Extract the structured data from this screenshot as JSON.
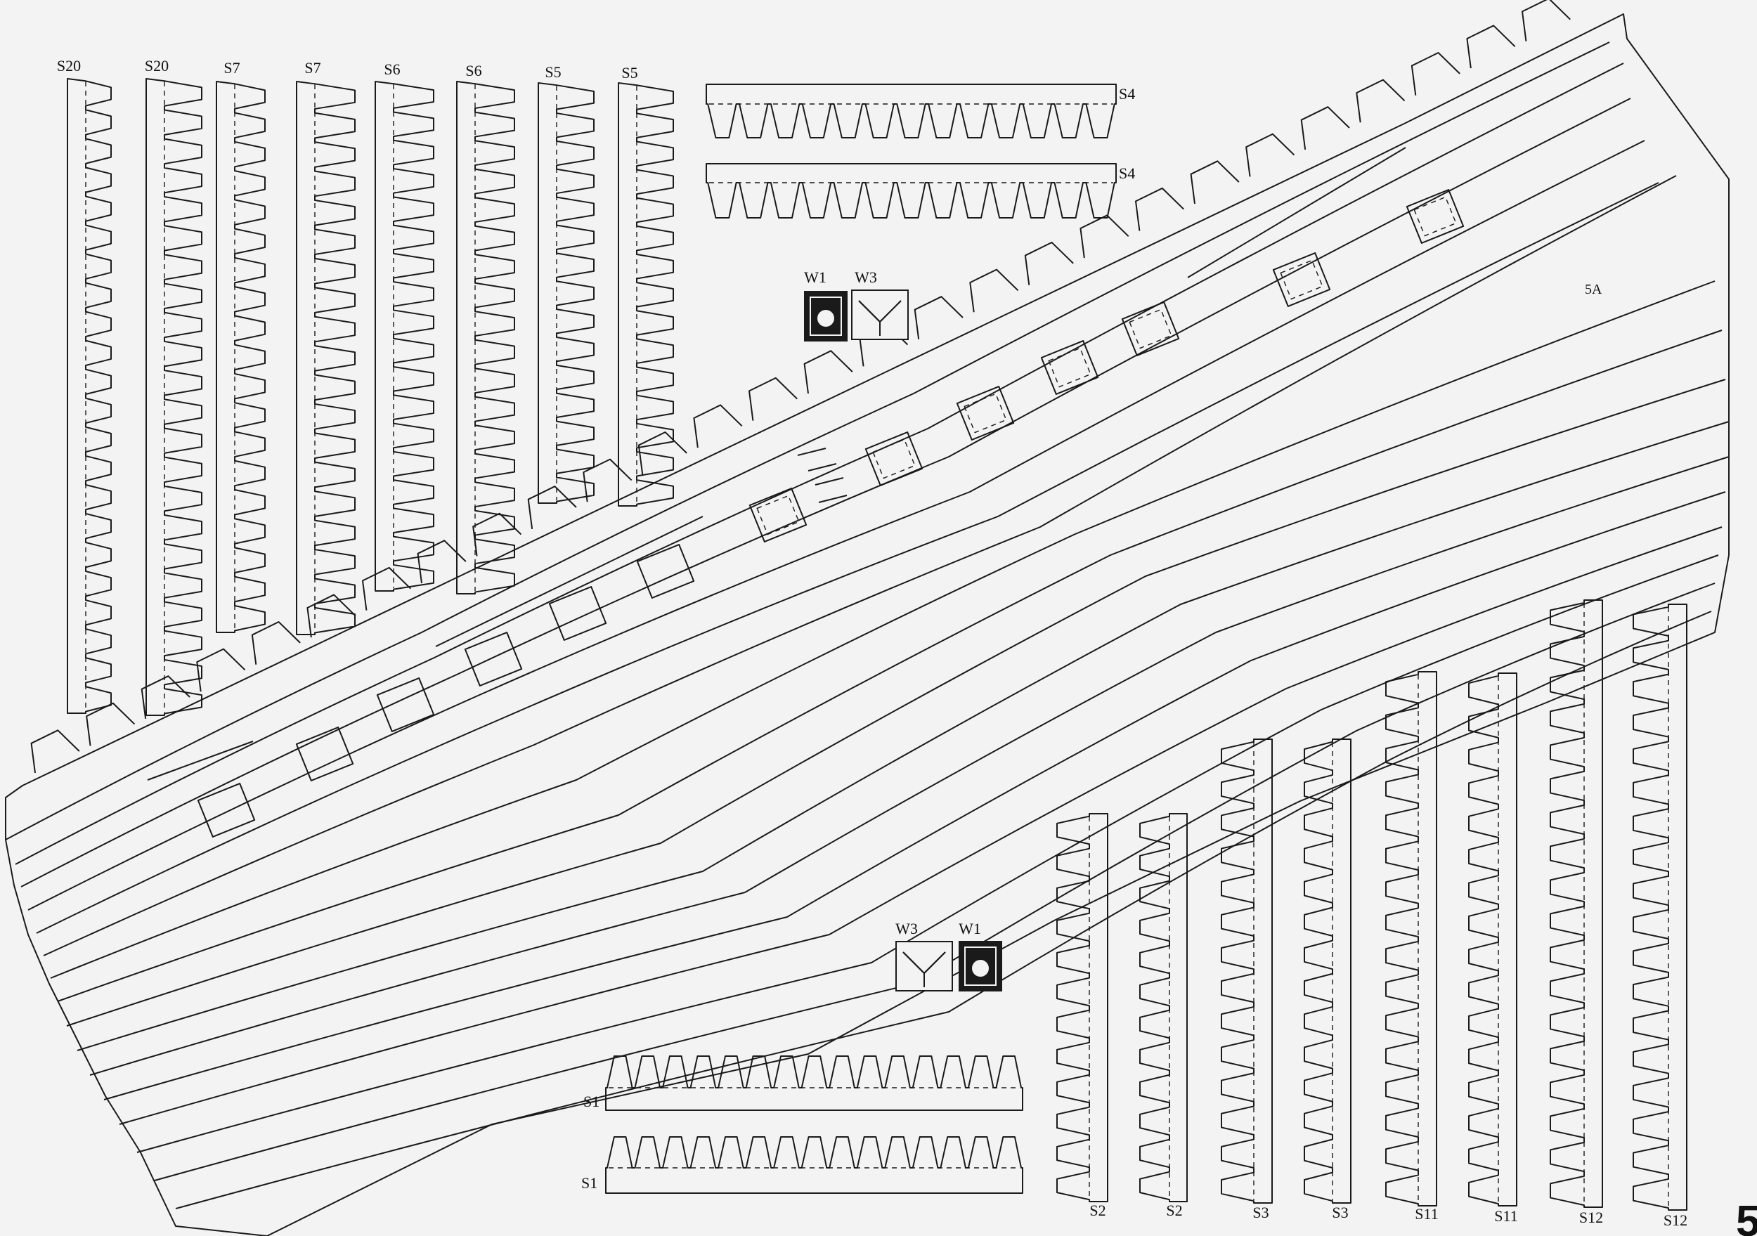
{
  "strip_labels": {
    "top_left": [
      "S20",
      "S20",
      "S7",
      "S7",
      "S6",
      "S6",
      "S5",
      "S5"
    ],
    "top_horizontal": [
      "S4",
      "S4"
    ],
    "bottom_horizontal": [
      "S1",
      "S1"
    ],
    "bottom_right": [
      "S2",
      "S2",
      "S3",
      "S3",
      "S11",
      "S11",
      "S12",
      "S12"
    ]
  },
  "window_labels": {
    "upper_pair": [
      "W1",
      "W3"
    ],
    "lower_pair": [
      "W3",
      "W1"
    ]
  },
  "part_label": "5A",
  "page_number": "5",
  "colors": {
    "paper": "#f3f3f4",
    "ink": "#1a1a1a"
  }
}
